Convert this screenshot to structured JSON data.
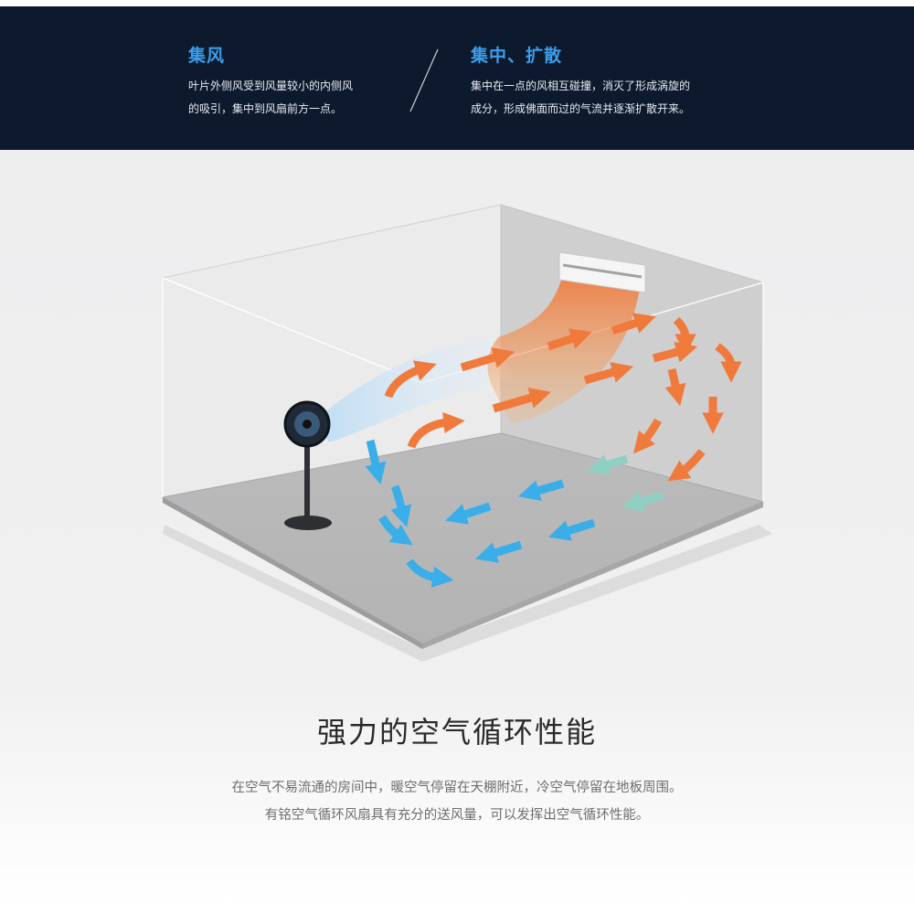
{
  "banner": {
    "left": {
      "title": "集风",
      "lines": [
        "叶片外侧风受到风量较小的内侧风",
        "的吸引，集中到风扇前方一点。"
      ]
    },
    "right": {
      "title": "集中、扩散",
      "lines": [
        "集中在一点的风相互碰撞，消灭了形成涡旋的",
        "成分，形成佛面而过的气流并逐渐扩散开来。"
      ]
    }
  },
  "section": {
    "title": "强力的空气循环性能",
    "lines": [
      "在空气不易流通的房间中，暖空气停留在天棚附近，冷空气停留在地板周围。",
      "有铭空气循环风扇具有充分的送风量，可以发挥出空气循环性能。"
    ]
  },
  "colors": {
    "banner_bg": "#0d1a2d",
    "title_blue": "#3c9dea",
    "warm_arrow": "#f07a3c",
    "cool_arrow": "#3aaee8"
  },
  "icons": {
    "fan": "circulator-fan-icon",
    "air_conditioner": "air-conditioner-icon",
    "warm_air": "warm-air-arrow-icon",
    "cool_air": "cool-air-arrow-icon"
  }
}
